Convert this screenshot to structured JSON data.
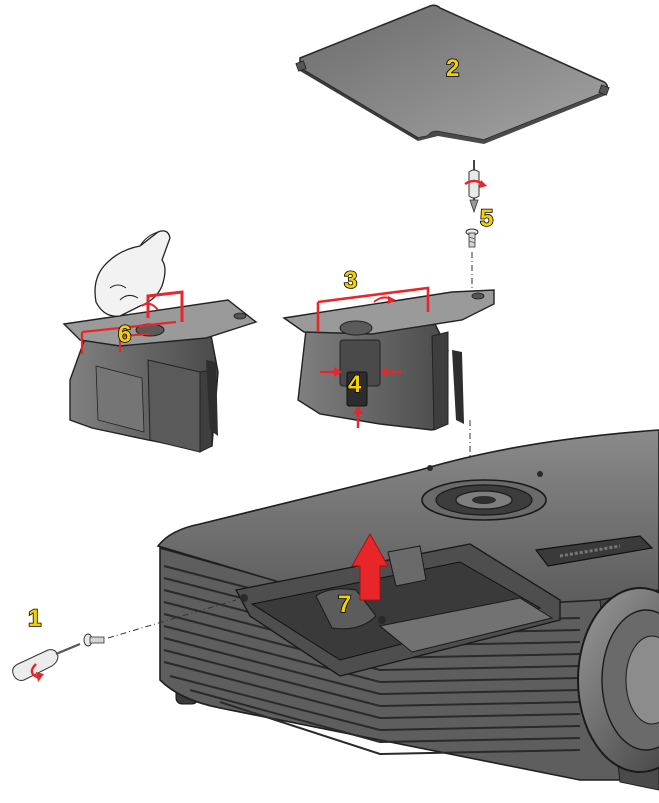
{
  "steps": {
    "s1": "1",
    "s2": "2",
    "s3": "3",
    "s4": "4",
    "s5": "5",
    "s6": "6",
    "s7": "7"
  },
  "colors": {
    "label_fill": "#f5d000",
    "label_stroke": "#000000",
    "arrow_red": "#e8262a",
    "body_gray": "#6e6e6e",
    "body_light": "#a9a9a9",
    "body_dark": "#3b3b3b"
  }
}
